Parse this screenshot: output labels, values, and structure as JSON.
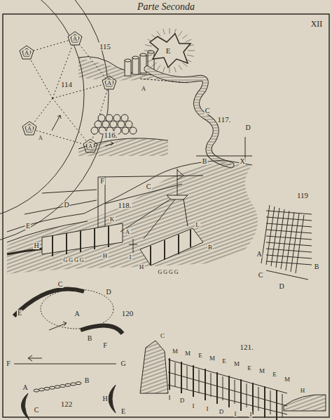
{
  "diagram": {
    "title": "Parte Seconda",
    "labels": [
      "XII",
      "114",
      "A",
      "A",
      "A",
      "A",
      "A",
      "A",
      "115",
      "116.",
      "E",
      "A",
      "C",
      "117.",
      "D",
      "B",
      "X",
      "F",
      "C",
      "D",
      "118.",
      "E",
      "K",
      "A",
      "H",
      "H",
      "G G G G",
      "B",
      "L",
      "I",
      "H",
      "G G G G",
      "119",
      "A",
      "B",
      "C",
      "D",
      "C",
      "D",
      "A",
      "E",
      "120",
      "B",
      "F",
      "F",
      "G",
      "B",
      "A",
      "C",
      "122",
      "H",
      "E",
      "121.",
      "C",
      "M",
      "M",
      "E",
      "M",
      "E",
      "M",
      "E",
      "M",
      "E",
      "M",
      "H",
      "I",
      "D",
      "I",
      "I",
      "D",
      "I",
      "I"
    ]
  }
}
